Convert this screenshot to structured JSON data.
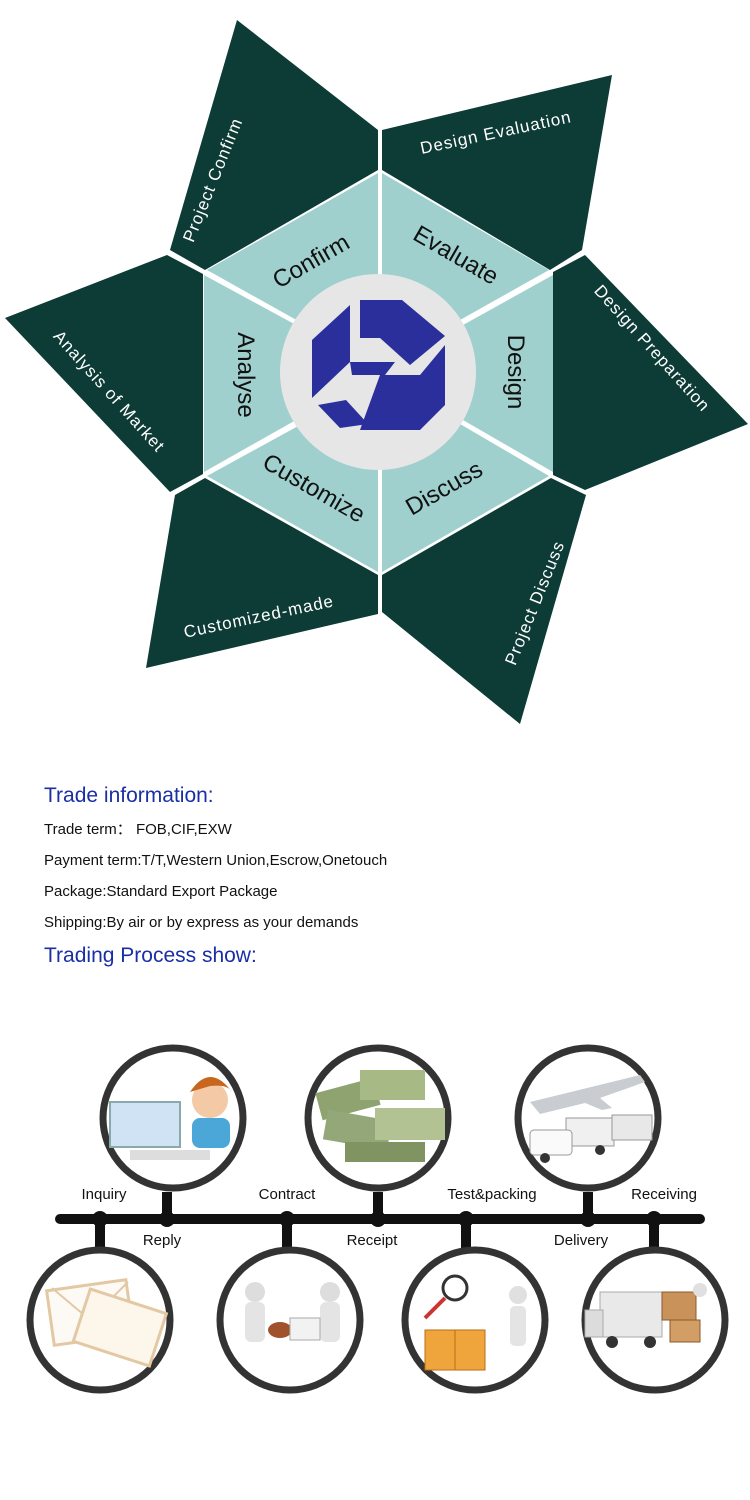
{
  "diagram": {
    "center_logo": "LS-logo-icon",
    "inner_labels": [
      "Confirm",
      "Evaluate",
      "Design",
      "Discuss",
      "Customize",
      "Analyse"
    ],
    "outer_labels": [
      "Project Confirm",
      "Design Evaluation",
      "Design Preparation",
      "Project Discuss",
      "Customized-made",
      "Analysis of Market"
    ],
    "colors": {
      "outer": "#0d3b36",
      "inner": "#9fd0ce",
      "center": "#e6e6e6",
      "logo": "#2b2f9c"
    }
  },
  "trade": {
    "heading": "Trade information:",
    "term": "Trade term： FOB,CIF,EXW",
    "payment": "Payment term:T/T,Western Union,Escrow,Onetouch",
    "package": "Package:Standard Export Package",
    "shipping": "Shipping:By air or by express as your demands",
    "process_heading": "Trading Process show:",
    "heading_color": "#1a2fa6"
  },
  "process": {
    "top_steps": [
      "Inquiry",
      "Contract",
      "Test&packing",
      "Receiving"
    ],
    "bottom_steps": [
      "Reply",
      "Receipt",
      "Delivery"
    ],
    "top_icons": [
      "customer-service-icon",
      "money-stack-icon",
      "plane-truck-icon"
    ],
    "bottom_icons": [
      "envelope-icon",
      "handshake-stamp-icon",
      "inspection-pallet-icon",
      "delivery-truck-icon"
    ]
  }
}
